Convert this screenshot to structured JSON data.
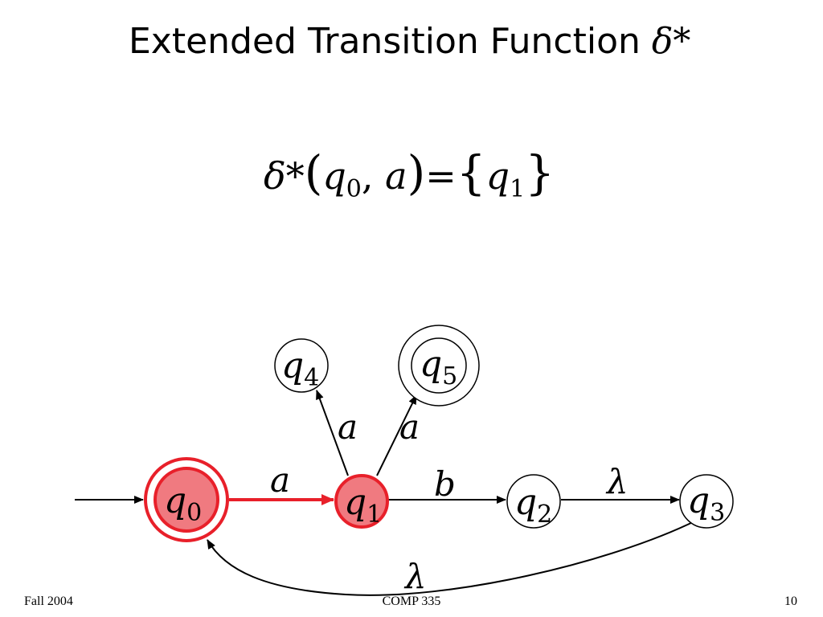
{
  "slide": {
    "title": "Extended Transition Function",
    "title_symbol": "δ",
    "title_star": "*"
  },
  "formula": {
    "delta": "δ",
    "star": "*",
    "lparen": "(",
    "state": "q",
    "state_sub": "0",
    "comma": ",",
    "symbol": "a",
    "rparen": ")",
    "equals": "=",
    "lbrace": "{",
    "result_state": "q",
    "result_sub": "1",
    "rbrace": "}"
  },
  "diagram": {
    "highlight_color": "#e8202a",
    "highlight_fill": "#f07a80",
    "states": [
      {
        "name": "q",
        "sub": "0",
        "accepting": true,
        "active": true
      },
      {
        "name": "q",
        "sub": "1",
        "accepting": false,
        "active": true
      },
      {
        "name": "q",
        "sub": "2",
        "accepting": false,
        "active": false
      },
      {
        "name": "q",
        "sub": "3",
        "accepting": false,
        "active": false
      },
      {
        "name": "q",
        "sub": "4",
        "accepting": false,
        "active": false
      },
      {
        "name": "q",
        "sub": "5",
        "accepting": true,
        "active": false
      }
    ],
    "edge_labels": {
      "q0_q1": "a",
      "q1_q4": "a",
      "q1_q5": "a",
      "q1_q2": "b",
      "q2_q3": "λ",
      "q3_q0": "λ"
    }
  },
  "footer": {
    "left": "Fall 2004",
    "center": "COMP 335",
    "right": "10"
  }
}
